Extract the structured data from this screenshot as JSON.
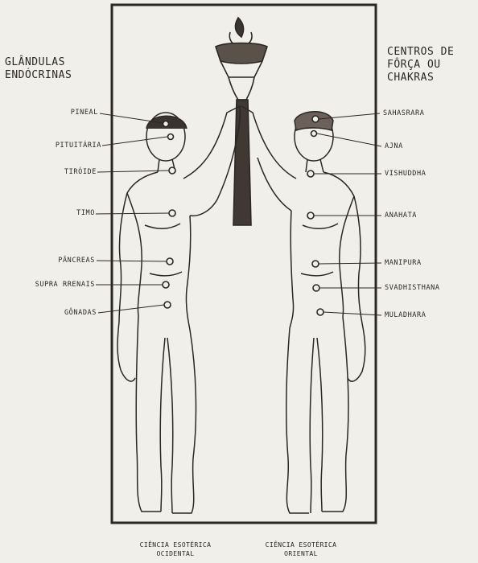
{
  "headings": {
    "left": [
      "GLÂNDULAS",
      "ENDÓCRINAS"
    ],
    "right": [
      "CENTROS DE",
      "FÔRÇA OU",
      "CHAKRAS"
    ]
  },
  "glands": [
    "PINEAL",
    "PITUITÁRIA",
    "TIRÓIDE",
    "TIMO",
    "PÂNCREAS",
    "SUPRA RRENAIS",
    "GÔNADAS"
  ],
  "chakras": [
    "SAHASRARA",
    "AJNA",
    "VISHUDDHA",
    "ANAHATA",
    "MANIPURA",
    "SVADHISTHANA",
    "MULADHARA"
  ],
  "captions": {
    "left": [
      "CIÊNCIA ESOTÉRICA",
      "OCIDENTAL"
    ],
    "right": [
      "CIÊNCIA ESOTÉRICA",
      "ORIENTAL"
    ]
  },
  "colors": {
    "paper": "#f1efe9",
    "ink": "#2b2725"
  }
}
